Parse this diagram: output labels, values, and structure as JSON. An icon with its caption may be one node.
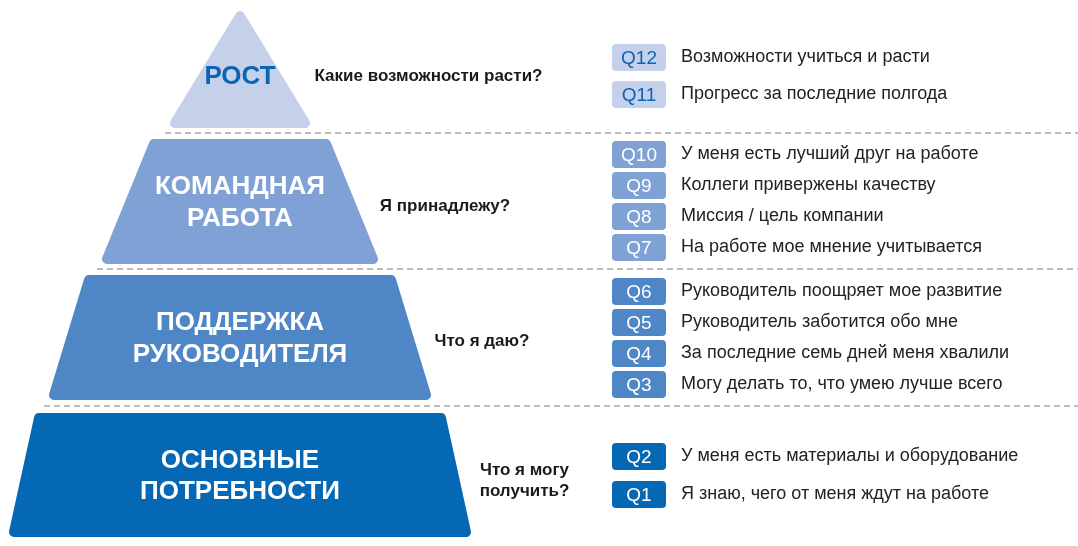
{
  "diagram": {
    "nodes": [
      {
        "text": [
          "РОСТ"
        ],
        "beside": [
          "Какие возможности расти?"
        ]
      },
      {
        "text": [
          "Q12"
        ],
        "beside": [
          "Возможности учиться и расти"
        ]
      },
      {
        "text": [
          "Q11"
        ],
        "beside": [
          "Прогресс за последние полгода"
        ]
      },
      {
        "text": [
          "КОМАНДНАЯ РАБОТА"
        ],
        "beside": [
          "Я принадлежу?"
        ]
      },
      {
        "text": [
          "Q10"
        ],
        "beside": [
          "У меня есть лучший друг на работе"
        ]
      },
      {
        "text": [
          "Q9"
        ],
        "beside": [
          "Коллеги привержены качеству"
        ]
      },
      {
        "text": [
          "Q8"
        ],
        "beside": [
          "Миссия / цель компании"
        ]
      },
      {
        "text": [
          "Q7"
        ],
        "beside": [
          "На работе мое мнение учитывается"
        ]
      },
      {
        "text": [
          "ПОДДЕРЖКА РУКОВОДИТЕЛЯ"
        ],
        "beside": [
          "Что я даю?"
        ]
      },
      {
        "text": [
          "Q6"
        ],
        "beside": [
          "Руководитель поощряет мое развитие"
        ]
      },
      {
        "text": [
          "Q5"
        ],
        "beside": [
          "Руководитель заботится обо мне"
        ]
      },
      {
        "text": [
          "Q4"
        ],
        "beside": [
          "За последние семь дней меня хвалили"
        ]
      },
      {
        "text": [
          "Q3"
        ],
        "beside": [
          "Могу делать то, что умею лучше всего"
        ]
      },
      {
        "text": [
          "ОСНОВНЫЕ ПОТРЕБНОСТИ"
        ],
        "beside": [
          "Что я могу получить?"
        ]
      },
      {
        "text": [
          "Q2"
        ],
        "beside": [
          "У меня есть материалы и оборудование"
        ]
      },
      {
        "text": [
          "Q1"
        ],
        "beside": [
          "Я знаю, чего от меня ждут на работе"
        ]
      }
    ]
  }
}
